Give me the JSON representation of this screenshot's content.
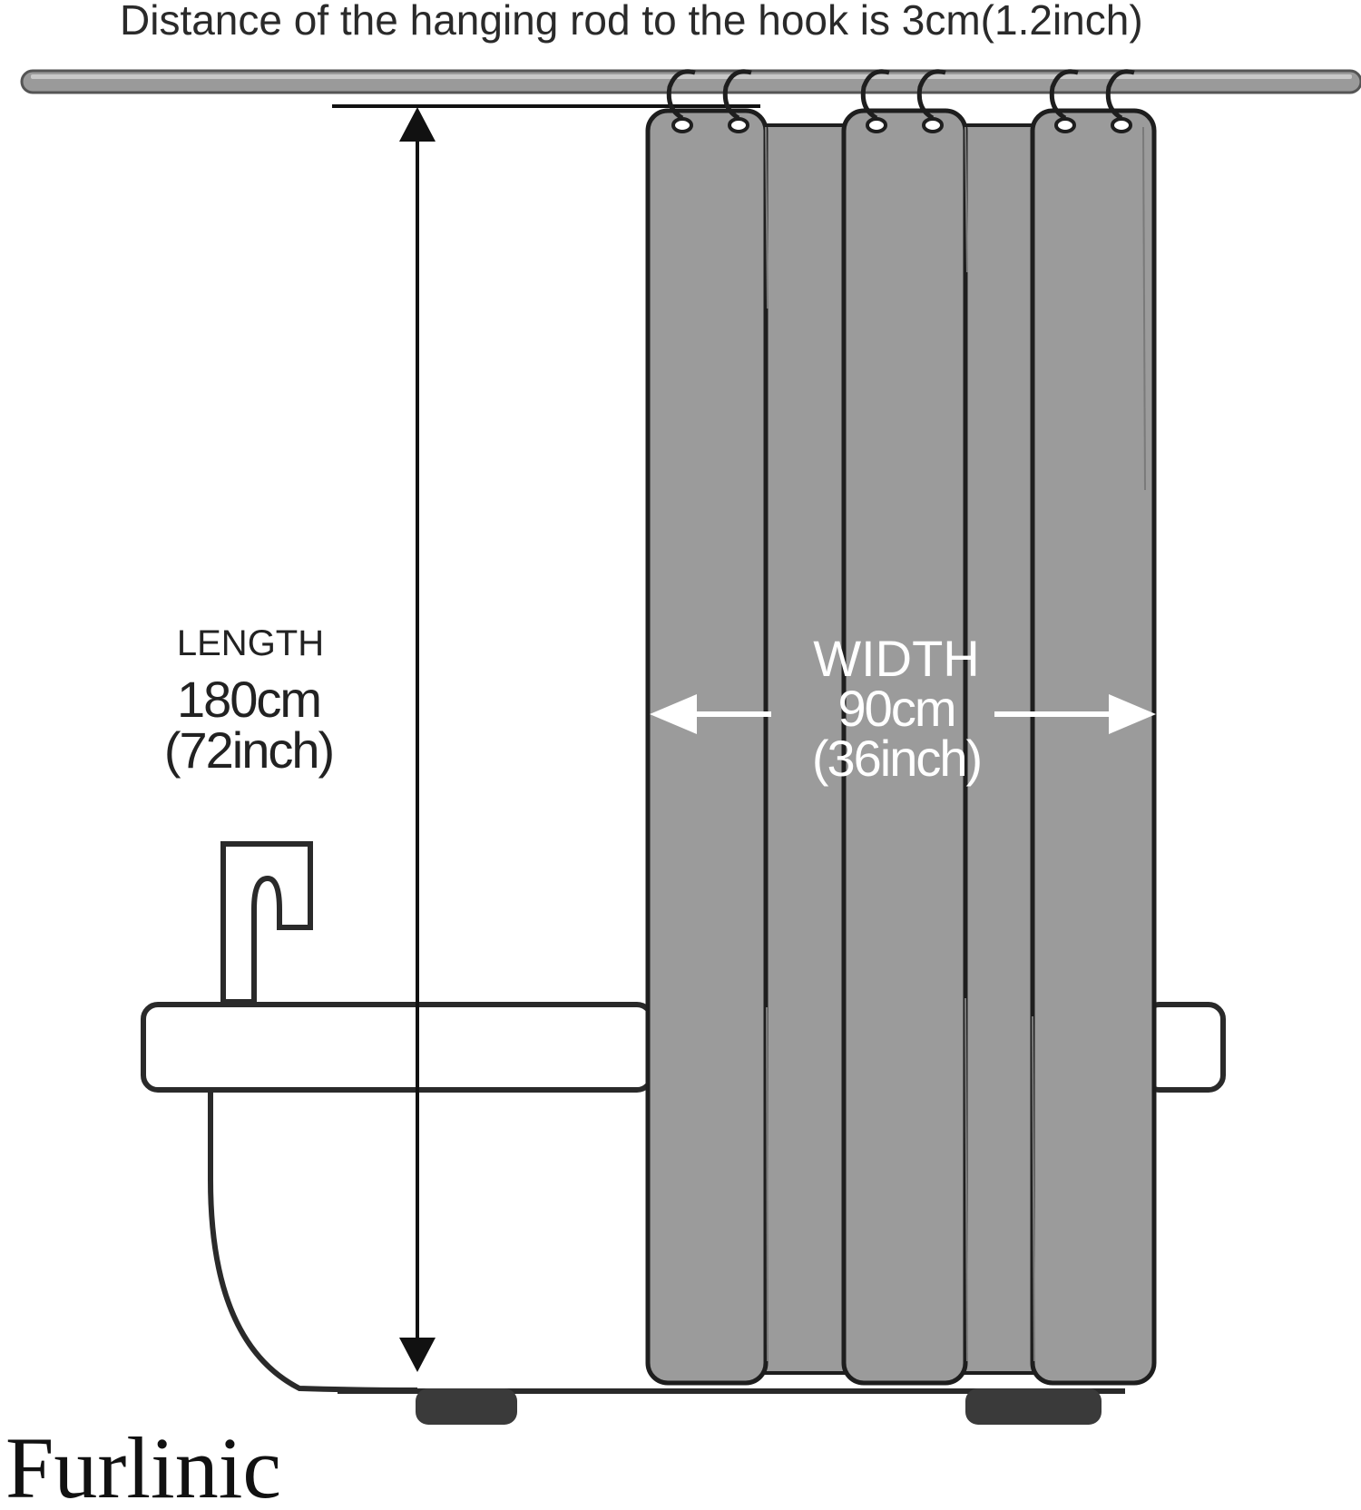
{
  "header": {
    "note": "Distance of the hanging rod to the hook is 3cm(1.2inch)"
  },
  "length": {
    "label": "LENGTH",
    "cm": "180cm",
    "inch": "(72inch)"
  },
  "width": {
    "label": "WIDTH",
    "cm": "90cm",
    "inch": "(36inch)"
  },
  "brand": {
    "name": "Furlinic"
  },
  "colors": {
    "curtain": "#9b9b9b",
    "outline": "#1e1e1e",
    "rod": "#9a9a9a",
    "feet": "#3a3a3a",
    "width_text": "#ffffff"
  }
}
